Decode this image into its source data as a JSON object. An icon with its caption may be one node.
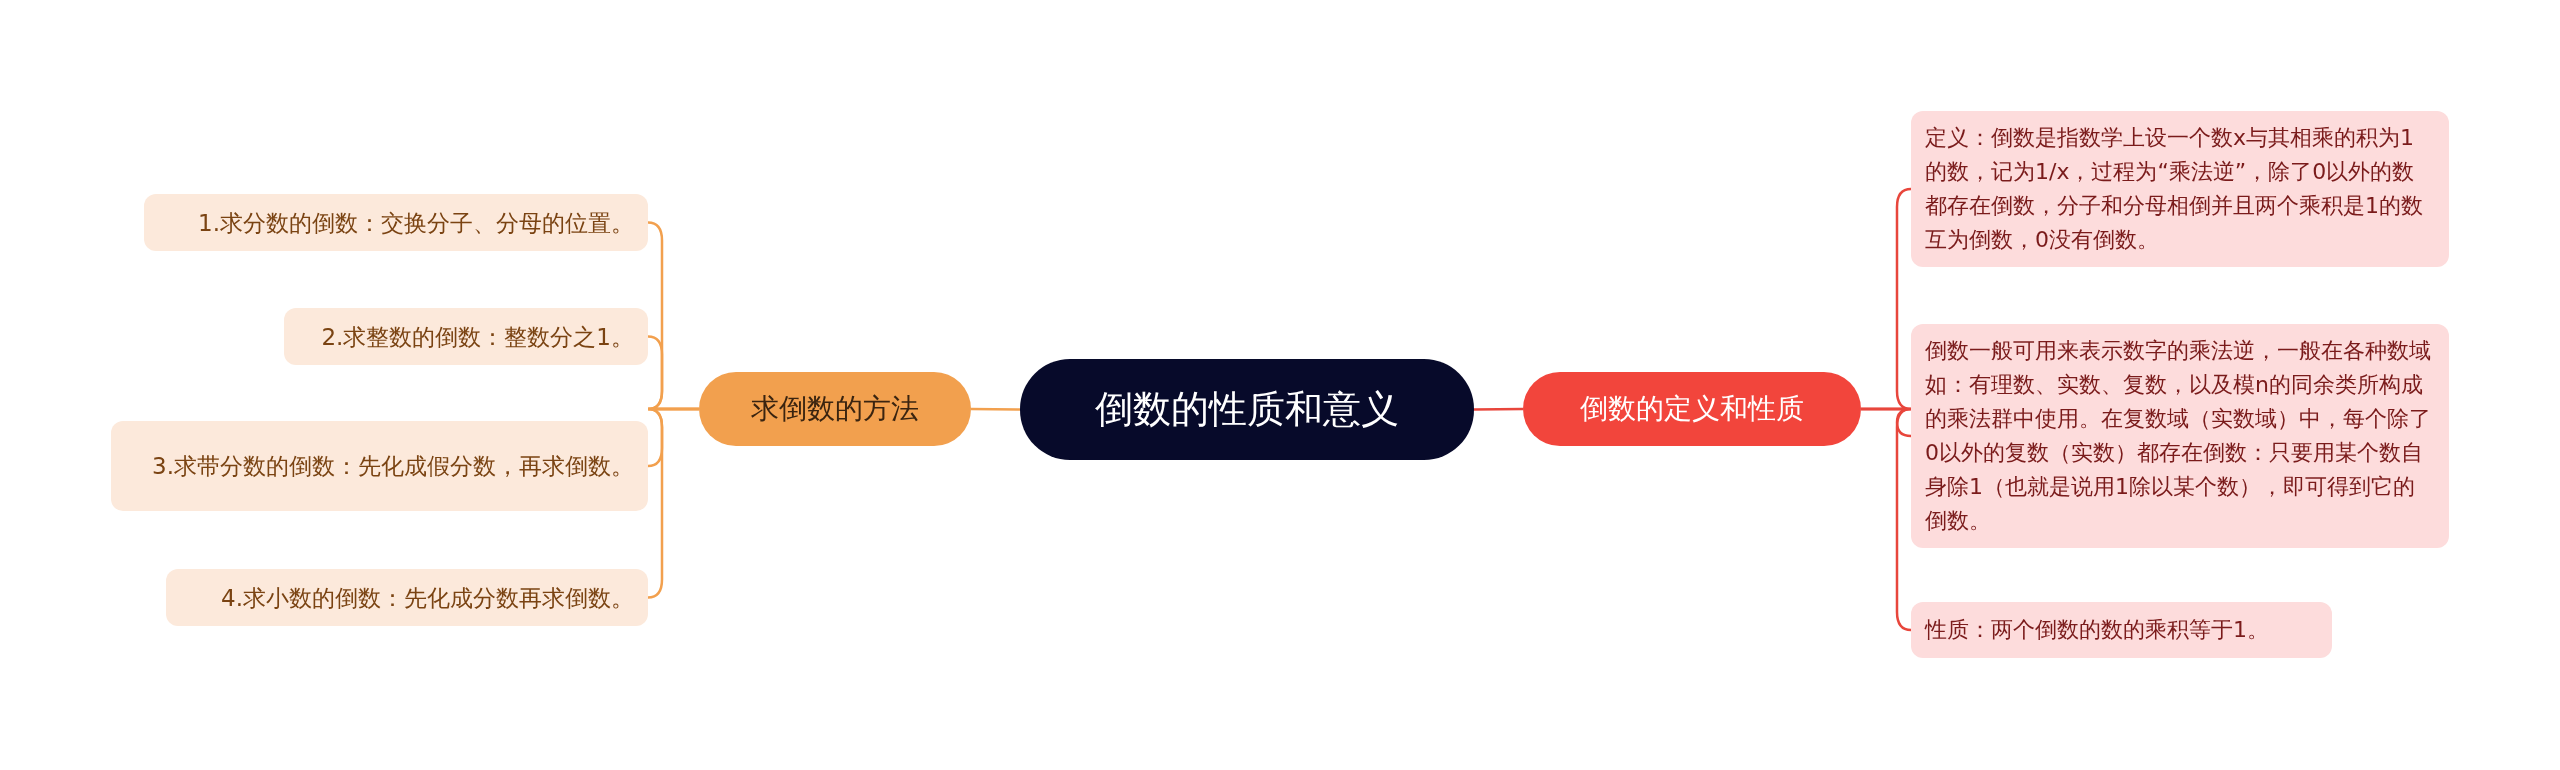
{
  "diagram": {
    "nodes": [
      {
        "text": [
          "倒数的性质和意义"
        ]
      },
      {
        "text": [
          "求倒数的方法"
        ]
      },
      {
        "text": [
          "1.求分数的倒数：交换分子、分母的位置。"
        ]
      },
      {
        "text": [
          "2.求整数的倒数：整数分之1。"
        ]
      },
      {
        "text": [
          "3.求带分数的倒数：先化成假分数，再求倒数。"
        ]
      },
      {
        "text": [
          "4.求小数的倒数：先化成分数再求倒数。"
        ]
      },
      {
        "text": [
          "倒数的定义和性质"
        ]
      },
      {
        "text": [
          "定义：倒数是指数学上设一个数x与其相乘的积为1的数，记为1/x，过程为“乘法逆”，除了0以外的数都存在倒数，分子和分母相倒并且两个乘积是1的数互为倒数，0没有倒数。"
        ]
      },
      {
        "text": [
          "倒数一般可用来表示数字的乘法逆，一般在各种数域如：有理数、实数、复数，以及模n的同余类所构成的乘法群中使用。在复数域（实数域）中，每个除了0以外的复数（实数）都存在倒数：只要用某个数自身除1（也就是说用1除以某个数），即可得到它的倒数。"
        ]
      },
      {
        "text": [
          "性质：两个倒数的数的乘积等于1。"
        ]
      }
    ],
    "edges": [
      {
        "from": 0,
        "to": 1,
        "arrow": "none"
      },
      {
        "from": 0,
        "to": 6,
        "arrow": "none",
        "color": "#e8463c"
      },
      {
        "from": 1,
        "to": 2,
        "arrow": "none"
      },
      {
        "from": 1,
        "to": 3,
        "arrow": "none"
      },
      {
        "from": 1,
        "to": 4,
        "arrow": "none"
      },
      {
        "from": 1,
        "to": 5,
        "arrow": "none"
      },
      {
        "from": 6,
        "to": 7,
        "arrow": "none",
        "color": "#e8463c"
      },
      {
        "from": 6,
        "to": 8,
        "arrow": "none",
        "color": "#e8463c"
      },
      {
        "from": 6,
        "to": 9,
        "arrow": "none",
        "color": "#e8463c"
      }
    ]
  }
}
